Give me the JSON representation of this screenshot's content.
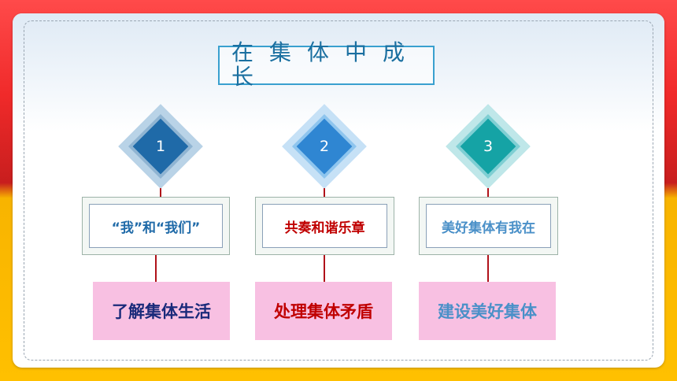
{
  "title": "在集体中成长",
  "items": [
    {
      "number": "1",
      "topic": "“我”和“我们”",
      "theme": "了解集体生活",
      "colors": {
        "outer": "#8fb4d2",
        "mid": "#b9d3e7",
        "inner": "#1f6aa8",
        "topic_text": "#1f6aa8",
        "theme_text": "#1a2a7a"
      }
    },
    {
      "number": "2",
      "topic": "共奏和谐乐章",
      "theme": "处理集体矛盾",
      "colors": {
        "outer": "#8ec5ee",
        "mid": "#c6e1f6",
        "inner": "#2f86d2",
        "topic_text": "#c00000",
        "theme_text": "#c00000"
      }
    },
    {
      "number": "3",
      "topic": "美好集体有我在",
      "theme": "建设美好集体",
      "colors": {
        "outer": "#7fcfd3",
        "mid": "#bfe7e9",
        "inner": "#15a3a5",
        "topic_text": "#4a90c8",
        "theme_text": "#4a90c8"
      }
    }
  ]
}
